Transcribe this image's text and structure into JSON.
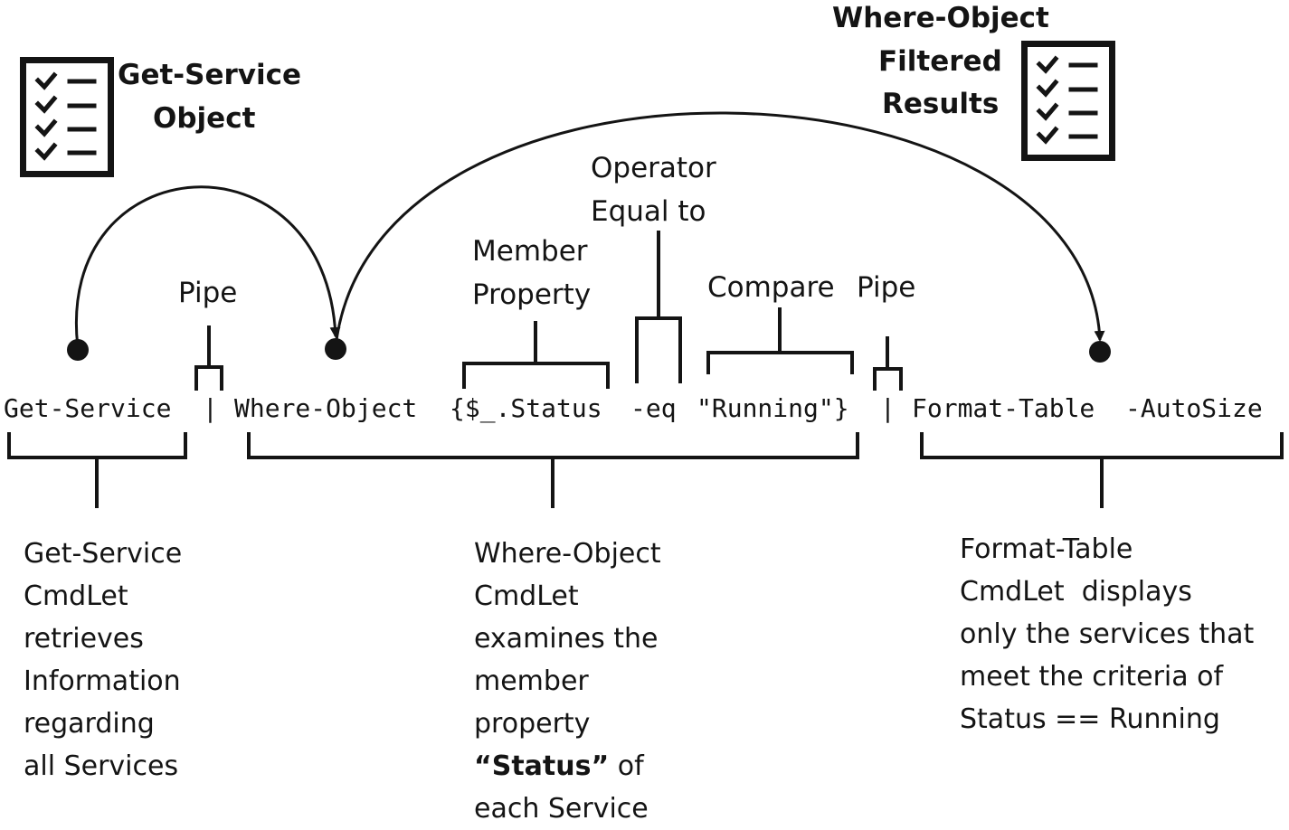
{
  "labels": {
    "get_service_object": [
      "Get-Service",
      "Object"
    ],
    "where_object_results": [
      "Where-Object",
      "Filtered",
      "Results"
    ],
    "pipe_1": "Pipe",
    "member_property": [
      "Member",
      "Property"
    ],
    "operator": [
      "Operator",
      "Equal to"
    ],
    "compare": "Compare",
    "pipe_2": "Pipe"
  },
  "command": {
    "get_service": "Get-Service",
    "pipe_1": "|",
    "where_object": "Where-Object",
    "status": "{$_.Status",
    "eq": "-eq",
    "running": "\"Running\"}",
    "pipe_2": "|",
    "format_table": "Format-Table",
    "autosize": "-AutoSize"
  },
  "descriptions": {
    "get_service": [
      "Get-Service",
      "CmdLet",
      "retrieves",
      "Information",
      "regarding",
      "all Services"
    ],
    "where_object": {
      "lines": [
        "Where-Object",
        "CmdLet",
        "examines the",
        "member",
        "property"
      ],
      "status_open": "“",
      "status_word": "Status",
      "status_close": "”",
      "status_suffix": " of",
      "last_line": "each Service"
    },
    "format_table": [
      "Format-Table",
      "CmdLet  displays",
      "only the services that",
      "meet the criteria of",
      "Status == Running"
    ]
  },
  "icons": [
    "checklist-icon",
    "checklist-icon"
  ],
  "colors": {
    "ink": "#141414",
    "background": "#ffffff"
  }
}
